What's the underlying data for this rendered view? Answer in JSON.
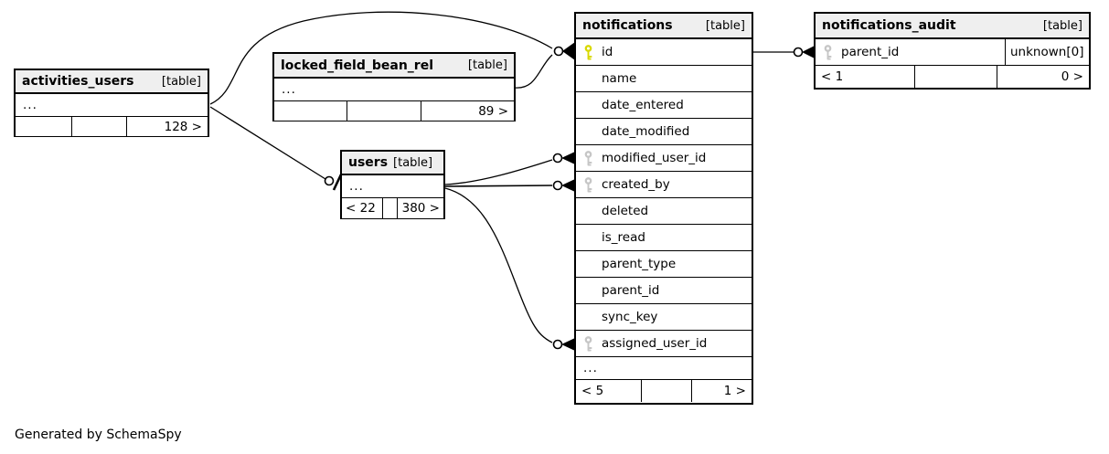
{
  "note": "Generated by SchemaSpy",
  "colors": {
    "pk_key": "#d9d900",
    "fk_key": "#c6c6c6",
    "header_bg": "#efefef",
    "line": "#000000"
  },
  "tables": {
    "activities_users": {
      "title": "activities_users",
      "tag": "[table]",
      "collapsed": "...",
      "footer": [
        "",
        "",
        "128 >"
      ]
    },
    "locked_field_bean_rel": {
      "title": "locked_field_bean_rel",
      "tag": "[table]",
      "collapsed": "...",
      "footer": [
        "",
        "",
        "89 >"
      ]
    },
    "users": {
      "title": "users",
      "tag": "[table]",
      "collapsed": "...",
      "footer": [
        "< 22",
        "",
        "380 >"
      ]
    },
    "notifications": {
      "title": "notifications",
      "tag": "[table]",
      "columns": [
        {
          "name": "id",
          "key": "primary"
        },
        {
          "name": "name",
          "key": ""
        },
        {
          "name": "date_entered",
          "key": ""
        },
        {
          "name": "date_modified",
          "key": ""
        },
        {
          "name": "modified_user_id",
          "key": "foreign"
        },
        {
          "name": "created_by",
          "key": "foreign"
        },
        {
          "name": "deleted",
          "key": ""
        },
        {
          "name": "is_read",
          "key": ""
        },
        {
          "name": "parent_type",
          "key": ""
        },
        {
          "name": "parent_id",
          "key": ""
        },
        {
          "name": "sync_key",
          "key": ""
        },
        {
          "name": "assigned_user_id",
          "key": "foreign"
        }
      ],
      "collapsed": "...",
      "footer": [
        "< 5",
        "",
        "1 >"
      ]
    },
    "notifications_audit": {
      "title": "notifications_audit",
      "tag": "[table]",
      "columns": [
        {
          "name": "parent_id",
          "type": "unknown[0]",
          "key": "foreign"
        }
      ],
      "footer": [
        "< 1",
        "",
        "0 >"
      ]
    }
  }
}
